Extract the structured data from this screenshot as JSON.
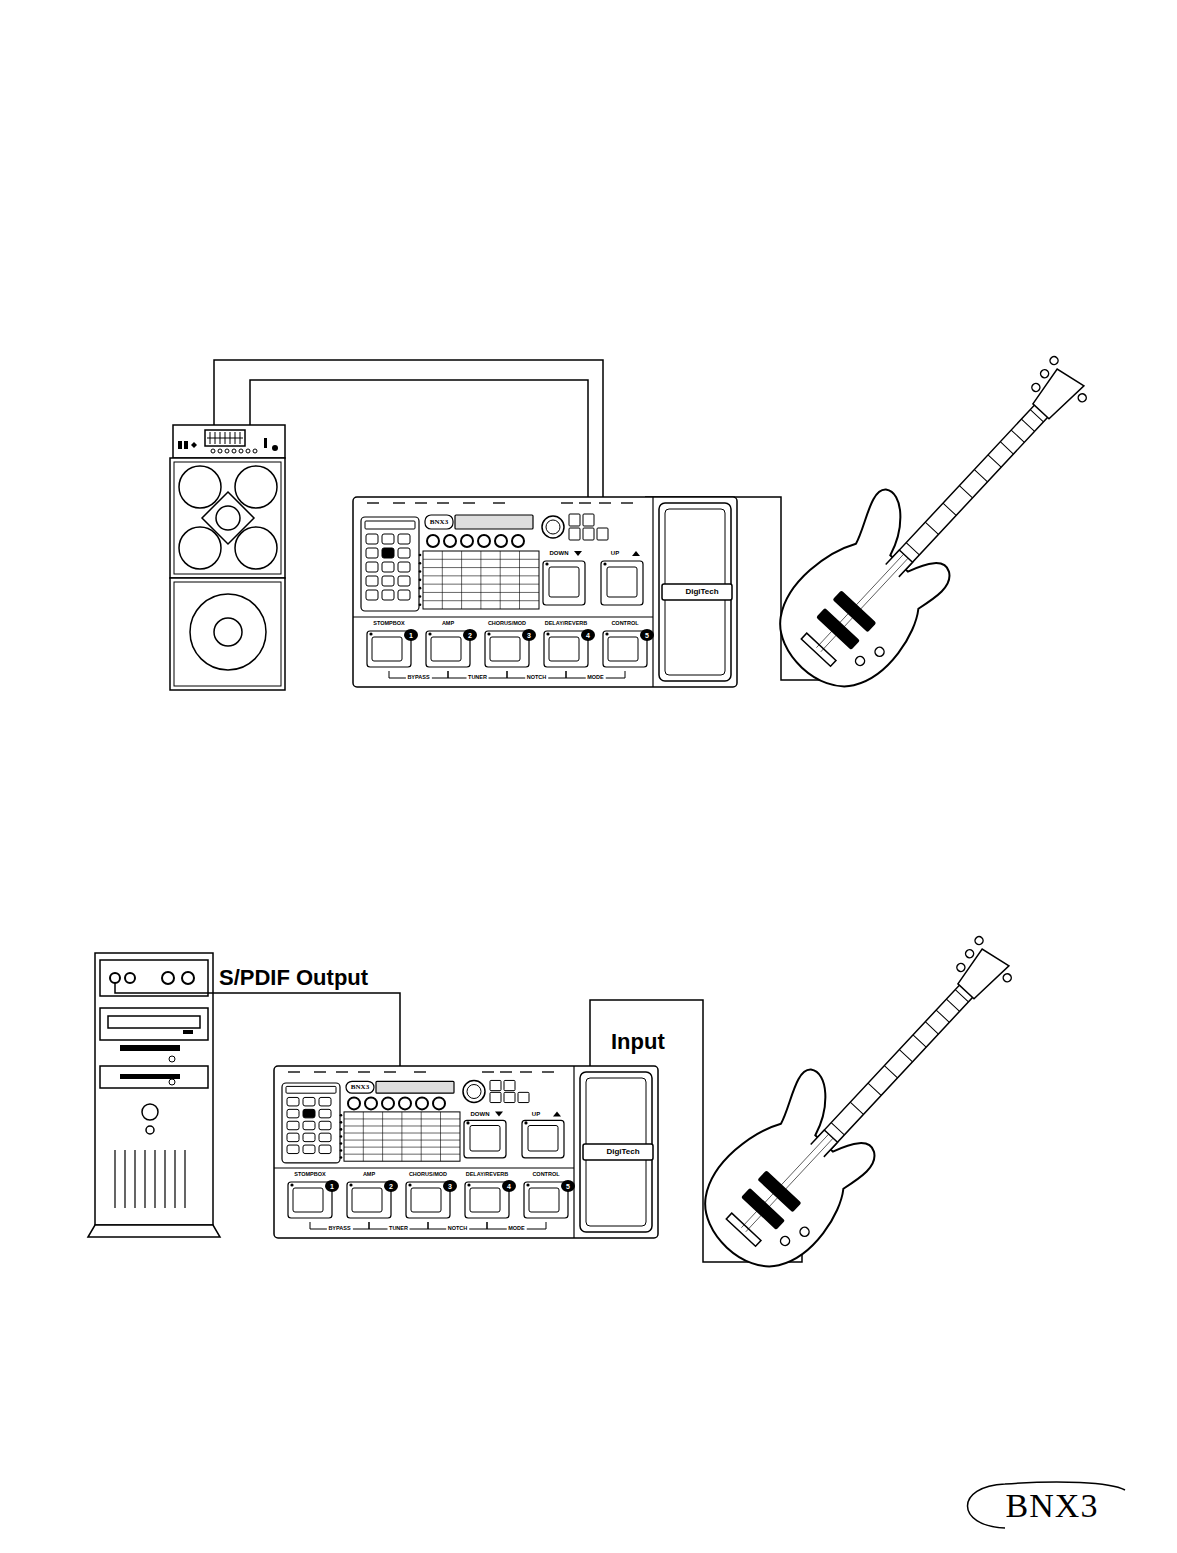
{
  "diagram": {
    "labels": [
      "STOMPBOX",
      "AMP",
      "CHORUS/MOD",
      "DELAY/REVERB",
      "CONTROL",
      "1",
      "2",
      "3",
      "4",
      "5",
      "DOWN",
      "UP",
      "BYPASS",
      "TUNER",
      "NOTCH",
      "MODE",
      "DigiTech",
      "BNX3",
      "S/PDIF Output",
      "Input",
      "STOMPBOX",
      "AMP",
      "CHORUS/MOD",
      "DELAY/REVERB",
      "CONTROL",
      "1",
      "2",
      "3",
      "4",
      "5",
      "DOWN",
      "UP",
      "BYPASS",
      "TUNER",
      "NOTCH",
      "MODE",
      "DigiTech",
      "BNX3",
      "BNX3"
    ]
  }
}
